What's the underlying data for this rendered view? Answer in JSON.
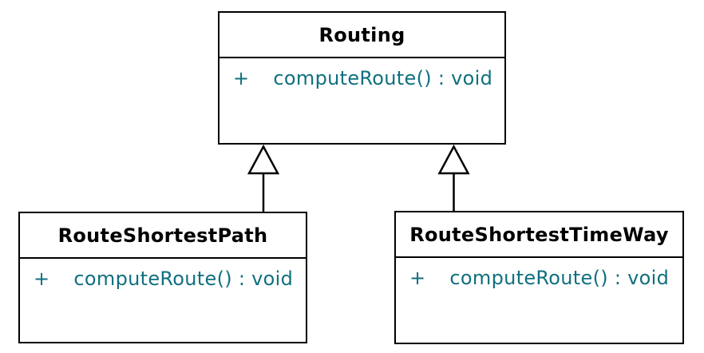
{
  "diagram": {
    "kind": "uml-class-diagram",
    "colors": {
      "background": "#ffffff",
      "box_fill": "#ffffff",
      "border": "#000000",
      "class_name_text": "#000000",
      "method_text": "#10707f"
    },
    "classes": [
      {
        "id": "routing",
        "name": "Routing",
        "methods": [
          {
            "visibility": "+",
            "signature": "computeRoute() : void"
          }
        ]
      },
      {
        "id": "route-shortest-path",
        "name": "RouteShortestPath",
        "methods": [
          {
            "visibility": "+",
            "signature": "computeRoute() : void"
          }
        ]
      },
      {
        "id": "route-shortest-time-way",
        "name": "RouteShortestTimeWay",
        "methods": [
          {
            "visibility": "+",
            "signature": "computeRoute() : void"
          }
        ]
      }
    ],
    "relationships": [
      {
        "type": "generalization",
        "from": "RouteShortestPath",
        "to": "Routing"
      },
      {
        "type": "generalization",
        "from": "RouteShortestTimeWay",
        "to": "Routing"
      }
    ]
  }
}
